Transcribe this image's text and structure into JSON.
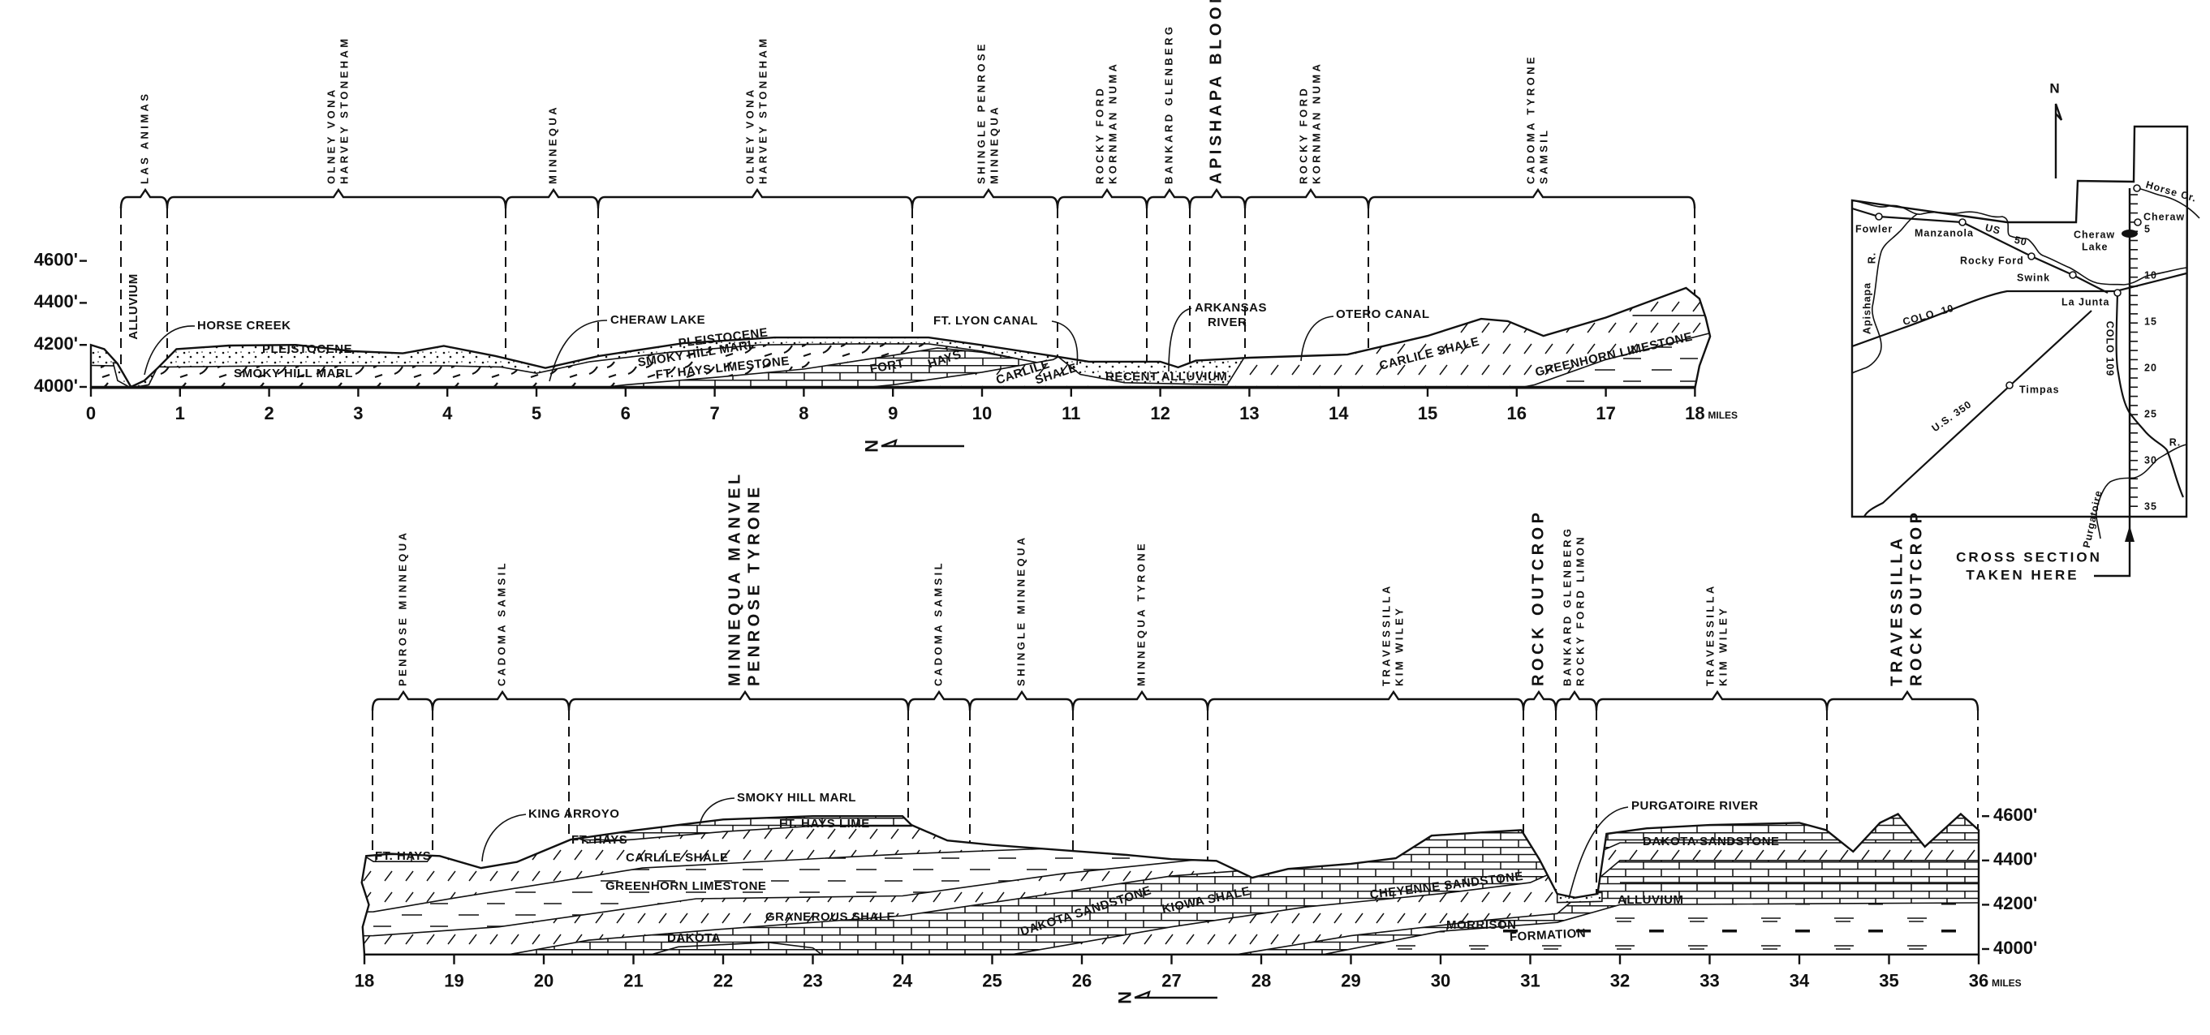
{
  "top_section": {
    "soil_series": [
      [
        "LAS ANIMAS"
      ],
      [
        "OLNEY VONA",
        "HARVEY STONEHAM"
      ],
      [
        "MINNEQUA"
      ],
      [
        "OLNEY VONA",
        "HARVEY STONEHAM"
      ],
      [
        "SHINGLE PENROSE",
        "MINNEQUA"
      ],
      [
        "ROCKY FORD",
        "KORNMAN NUMA"
      ],
      [
        "BANKARD GLENBERG"
      ],
      [
        "APISHAPA BLOOM"
      ],
      [
        "ROCKY FORD",
        "KORNMAN NUMA"
      ],
      [
        "CADOMA TYRONE",
        "SAMSIL"
      ]
    ],
    "elevation_labels": [
      "4600'",
      "4400'",
      "4200'",
      "4000'"
    ],
    "mile_labels": [
      "0",
      "1",
      "2",
      "3",
      "4",
      "5",
      "6",
      "7",
      "8",
      "9",
      "10",
      "11",
      "12",
      "13",
      "14",
      "15",
      "16",
      "17",
      "18"
    ],
    "unit": "MILES",
    "north_symbol": "N",
    "features": {
      "horse_creek": "HORSE CREEK",
      "cheraw_lake": "CHERAW LAKE",
      "ft_lyon_canal": "FT. LYON CANAL",
      "arkansas_river": [
        "ARKANSAS",
        "RIVER"
      ],
      "otero_canal": "OTERO CANAL"
    },
    "formations": {
      "alluvium": "ALLUVIUM",
      "pleistocene_1": "PLEISTOCENE",
      "smoky_hill_marl_1": "SMOKY HILL MARL",
      "pleistocene_2": "PLEISTOCENE",
      "smoky_hill_marl_2": "SMOKY HILL MARL",
      "ft_hays_limestone": "FT. HAYS LIMESTONE",
      "fort": "FORT",
      "hays": "HAYS",
      "carlile": "CARLILE",
      "shale": "SHALE",
      "recent_alluvium": "RECENT ALLUVIUM",
      "carlile_shale": "CARLILE SHALE",
      "greenhorn_limestone": "GREENHORN LIMESTONE"
    }
  },
  "bottom_section": {
    "soil_series": [
      [
        "PENROSE MINNEQUA"
      ],
      [
        "CADOMA SAMSIL"
      ],
      [
        "MINNEQUA MANVEL",
        "PENROSE TYRONE"
      ],
      [
        "CADOMA SAMSIL"
      ],
      [
        "SHINGLE MINNEQUA"
      ],
      [
        "MINNEQUA TYRONE"
      ],
      [
        "TRAVESSILLA",
        "KIM WILEY"
      ],
      [
        "ROCK OUTCROP"
      ],
      [
        "BANKARD GLENBERG",
        "ROCKY FORD LIMON"
      ],
      [
        "TRAVESSILLA",
        "KIM WILEY"
      ],
      [
        "TRAVESSILLA",
        "ROCK OUTCROP"
      ]
    ],
    "elevation_labels": [
      "4600'",
      "4400'",
      "4200'",
      "4000'"
    ],
    "mile_labels": [
      "18",
      "19",
      "20",
      "21",
      "22",
      "23",
      "24",
      "25",
      "26",
      "27",
      "28",
      "29",
      "30",
      "31",
      "32",
      "33",
      "34",
      "35",
      "36"
    ],
    "unit": "MILES",
    "north_symbol": "N",
    "features": {
      "king_arroyo": "KING ARROYO",
      "smoky_hill_marl": "SMOKY HILL MARL",
      "purgatoire_river": "PURGATOIRE RIVER"
    },
    "formations": {
      "ft_hays_1": "FT. HAYS",
      "ft_hays_2": "FT. HAYS",
      "ft_hays_lime": "FT. HAYS LIME",
      "carlile_shale": "CARLILE SHALE",
      "greenhorn_limestone": "GREENHORN LIMESTONE",
      "granerous_shale": "GRANEROUS SHALE",
      "dakota": "DAKOTA",
      "dakota_sandstone_1": "DAKOTA SANDSTONE",
      "kiowa_shale": "KIOWA SHALE",
      "cheyenne_sandstone": "CHEYENNE SANDSTONE",
      "morrison": "MORRISON",
      "formation": "FORMATION",
      "alluvium": "ALLUVIUM",
      "dakota_sandstone_2": "DAKOTA SANDSTONE"
    }
  },
  "location_map": {
    "north_symbol": "N",
    "towns": {
      "fowler": "Fowler",
      "manzanola": "Manzanola",
      "rocky_ford": "Rocky Ford",
      "swink": "Swink",
      "la_junta": "La Junta",
      "timpas": "Timpas",
      "cheraw": "Cheraw"
    },
    "water": {
      "cheraw_lake": [
        "Cheraw",
        "Lake"
      ],
      "apishapa": "Apishapa",
      "apishapa_r": "R.",
      "purgatoire": "Purgatoire",
      "purgatoire_r": "R.",
      "horse_cr": "Horse Cr."
    },
    "roads": {
      "us_50": [
        "US",
        "50"
      ],
      "colo_10": "COLO. 10",
      "us_350": "U.S. 350",
      "colo_109": "COLO 109"
    },
    "scale_labels": [
      "5",
      "10",
      "15",
      "20",
      "25",
      "30",
      "35"
    ],
    "callout": [
      "CROSS SECTION",
      "TAKEN HERE"
    ]
  }
}
